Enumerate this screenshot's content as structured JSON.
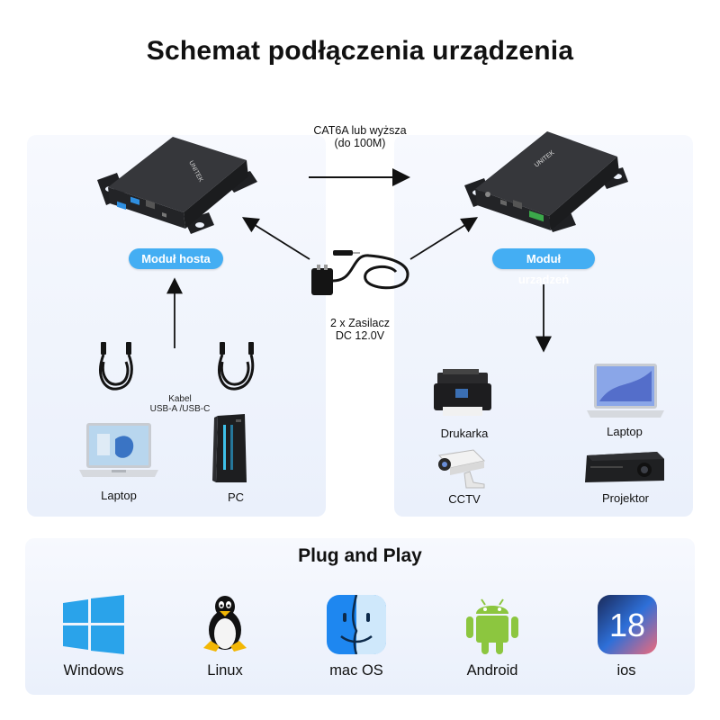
{
  "title": "Schemat podłączenia urządzenia",
  "cable_label_line1": "CAT6A lub wyższa",
  "cable_label_line2": "(do 100M)",
  "host_module_label": "Moduł hosta",
  "device_module_label": "Moduł urządzeń",
  "power_label_line1": "2 x Zasilacz",
  "power_label_line2": "DC 12.0V",
  "usb_cable_label_line1": "Kabel",
  "usb_cable_label_line2": "USB-A /USB-C",
  "brand": "UNITEK",
  "host_devices": [
    {
      "label": "Laptop",
      "icon": "laptop-icon"
    },
    {
      "label": "PC",
      "icon": "pc-tower-icon"
    }
  ],
  "remote_devices": [
    {
      "label": "Drukarka",
      "icon": "printer-icon"
    },
    {
      "label": "Laptop",
      "icon": "laptop-icon"
    },
    {
      "label": "CCTV",
      "icon": "cctv-camera-icon"
    },
    {
      "label": "Projektor",
      "icon": "projector-icon"
    }
  ],
  "plug_and_play_title": "Plug and Play",
  "os_list": [
    {
      "label": "Windows",
      "icon": "windows-logo-icon"
    },
    {
      "label": "Linux",
      "icon": "linux-tux-icon"
    },
    {
      "label": "mac OS",
      "icon": "macos-finder-icon"
    },
    {
      "label": "Android",
      "icon": "android-robot-icon"
    },
    {
      "label": "ios",
      "icon": "ios-18-icon"
    }
  ],
  "colors": {
    "accent": "#44aef3",
    "panel_bg": "#eef3fc",
    "device_body": "#2a2b2e",
    "windows_blue": "#2aa3ea",
    "android_green": "#8cc63f"
  }
}
